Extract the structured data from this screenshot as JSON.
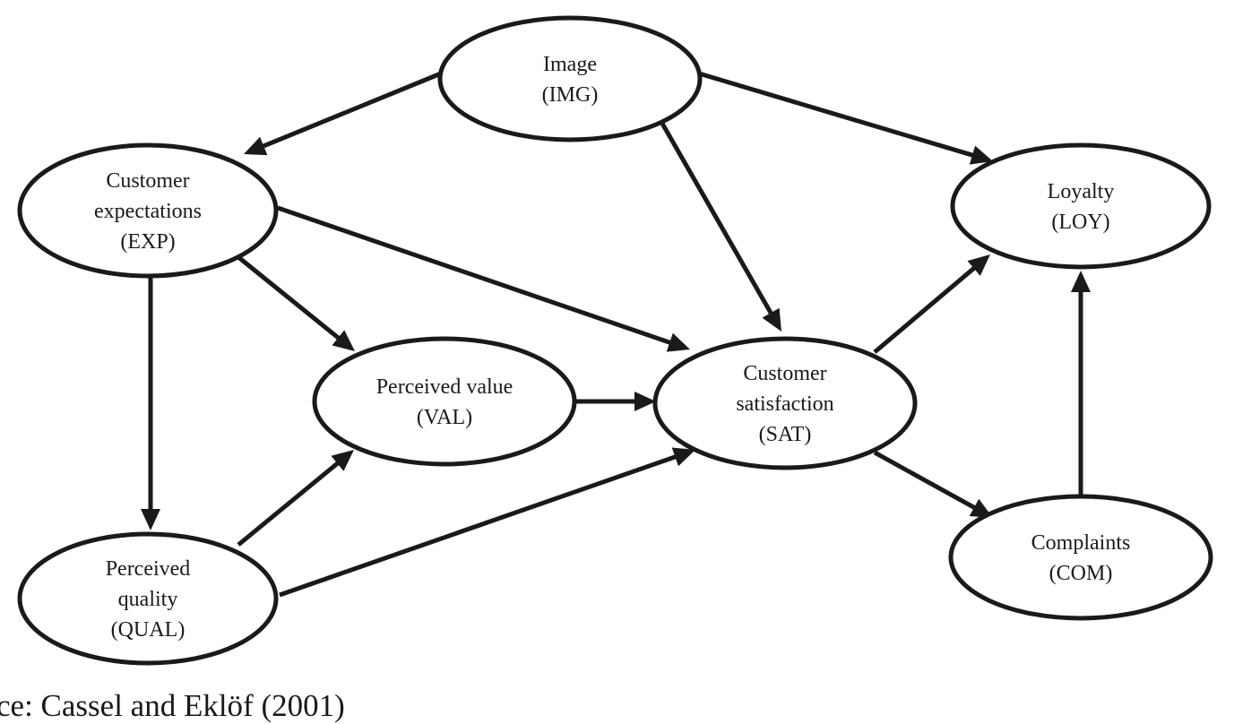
{
  "nodes": [
    {
      "id": "IMG",
      "lines": [
        "Image",
        "(IMG)"
      ]
    },
    {
      "id": "EXP",
      "lines": [
        "Customer",
        "expectations",
        "(EXP)"
      ]
    },
    {
      "id": "LOY",
      "lines": [
        "Loyalty",
        "(LOY)"
      ]
    },
    {
      "id": "VAL",
      "lines": [
        "Perceived value",
        "(VAL)"
      ]
    },
    {
      "id": "SAT",
      "lines": [
        "Customer",
        "satisfaction",
        "(SAT)"
      ]
    },
    {
      "id": "QUAL",
      "lines": [
        "Perceived",
        "quality",
        "(QUAL)"
      ]
    },
    {
      "id": "COM",
      "lines": [
        "Complaints",
        "(COM)"
      ]
    }
  ],
  "edges": [
    {
      "from": "IMG",
      "to": "EXP"
    },
    {
      "from": "IMG",
      "to": "LOY"
    },
    {
      "from": "IMG",
      "to": "SAT"
    },
    {
      "from": "EXP",
      "to": "SAT"
    },
    {
      "from": "EXP",
      "to": "VAL"
    },
    {
      "from": "EXP",
      "to": "QUAL"
    },
    {
      "from": "VAL",
      "to": "SAT"
    },
    {
      "from": "QUAL",
      "to": "VAL"
    },
    {
      "from": "QUAL",
      "to": "SAT"
    },
    {
      "from": "SAT",
      "to": "LOY"
    },
    {
      "from": "SAT",
      "to": "COM"
    },
    {
      "from": "COM",
      "to": "LOY"
    }
  ],
  "source": "ce: Cassel and Eklöf (2001)",
  "colors": {
    "stroke": "#1a1a1a",
    "background": "#ffffff"
  }
}
